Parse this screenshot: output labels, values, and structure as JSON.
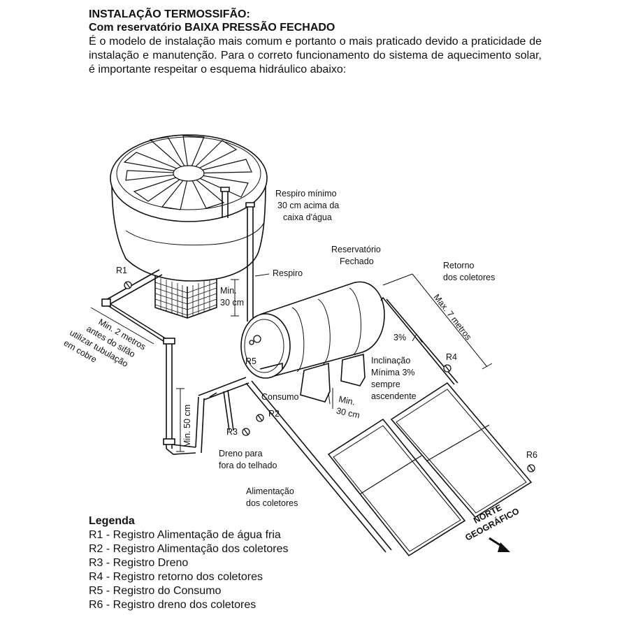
{
  "header": {
    "title": "INSTALAÇÃO TERMOSSIFÃO:",
    "subtitle": "Com reservatório BAIXA PRESSÃO FECHADO",
    "intro": "É o modelo de instalação mais comum e portanto o mais praticado devido a praticidade de instalação e manutenção. Para o correto funcionamento do sistema de aquecimento solar, é importante respeitar o esquema hidráulico abaixo:"
  },
  "diagram": {
    "r1": "R1",
    "r2": "R2",
    "r3": "R3",
    "r4": "R4",
    "r5": "R5",
    "r6": "R6",
    "respiro_minimo": [
      "Respiro mínimo",
      "30 cm acima da",
      "caixa d'água"
    ],
    "respiro": "Respiro",
    "min_30cm_left": [
      "Min.",
      "30 cm"
    ],
    "reservatorio": [
      "Reservatório",
      "Fechado"
    ],
    "retorno": [
      "Retorno",
      "dos coletores"
    ],
    "max_7m": "Max. 7 metros",
    "pct": "3%",
    "inclinacao": [
      "Inclinação",
      "Mínima 3%",
      "sempre",
      "ascendente"
    ],
    "consumo": "Consumo",
    "min_30cm_right": [
      "Min.",
      "30 cm"
    ],
    "min_2m": [
      "Min. 2 metros",
      "antes do sifão",
      "utilizar tubulação",
      "em cobre"
    ],
    "min_50cm": "Min. 50 cm",
    "dreno": [
      "Dreno para",
      "fora do telhado"
    ],
    "alimentacao": [
      "Alimentação",
      "dos coletores"
    ],
    "norte": [
      "NORTE",
      "GEOGRÁFICO"
    ]
  },
  "legend": {
    "title": "Legenda",
    "items": [
      "R1 - Registro Alimentação de água fria",
      "R2 - Registro Alimentação dos coletores",
      "R3 - Registro Dreno",
      "R4 - Registro retorno dos coletores",
      "R5 - Registro do Consumo",
      "R6 - Registro dreno dos coletores"
    ]
  }
}
